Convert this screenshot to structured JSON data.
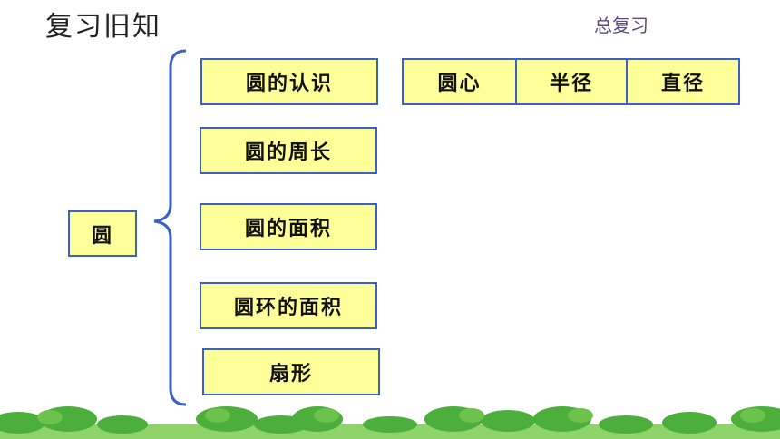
{
  "header": {
    "title": "复习旧知",
    "subtitle": "总复习"
  },
  "root": {
    "label": "圆"
  },
  "topics": [
    {
      "label": "圆的认识"
    },
    {
      "label": "圆的周长"
    },
    {
      "label": "圆的面积"
    },
    {
      "label": "圆环的面积"
    },
    {
      "label": "扇形"
    }
  ],
  "recognition_parts": [
    {
      "label": "圆心"
    },
    {
      "label": "半径"
    },
    {
      "label": "直径"
    }
  ],
  "colors": {
    "box_fill": "#ffff99",
    "box_border": "#3a62c4",
    "brace": "#3a62c4",
    "grass": "#4caf3c"
  }
}
